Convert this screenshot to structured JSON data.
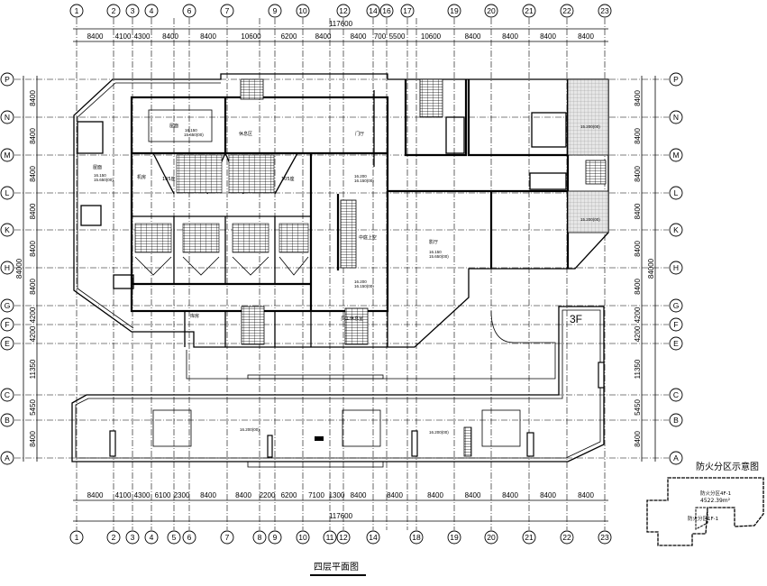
{
  "drawing_title": "四层平面图",
  "axes": {
    "top": [
      "1",
      "2",
      "3",
      "4",
      "6",
      "7",
      "9",
      "10",
      "12",
      "14",
      "16",
      "17",
      "19",
      "20",
      "21",
      "22",
      "23"
    ],
    "top_dims": [
      "8400",
      "4100",
      "4300",
      "8400",
      "8400",
      "10600",
      "6200",
      "8400",
      "8400",
      "700",
      "5500",
      "10600",
      "8400",
      "8400",
      "8400",
      "8400"
    ],
    "bottom": [
      "1",
      "2",
      "3",
      "4",
      "5",
      "6",
      "7",
      "8",
      "9",
      "10",
      "11",
      "12",
      "14",
      "18",
      "19",
      "20",
      "21",
      "22",
      "23"
    ],
    "bottom_dims": [
      "8400",
      "4100",
      "4300",
      "6100",
      "2300",
      "8400",
      "8400",
      "2200",
      "6200",
      "7100",
      "1300",
      "8400",
      "8400",
      "8400",
      "8400",
      "8400",
      "8400",
      "8400"
    ],
    "total_horizontal": "117600",
    "rows": [
      "P",
      "N",
      "M",
      "L",
      "K",
      "H",
      "G",
      "F",
      "E",
      "C",
      "B",
      "A"
    ],
    "row_dims": [
      "8400",
      "8400",
      "8400",
      "8400",
      "8400",
      "8400",
      "4200",
      "4200",
      "11350",
      "5450",
      "8400"
    ],
    "total_vertical": "84000"
  },
  "rooms": [
    "屋面",
    "休息区",
    "门厅",
    "屋面",
    "机房",
    "中庭上空",
    "员工休息室",
    "库房",
    "影厅",
    "105座",
    "105座"
  ],
  "levels": [
    "3F"
  ],
  "elevations": [
    "16.150",
    "15.650(00)",
    "16.150",
    "15.650(00)",
    "16.200",
    "16.150(00)",
    "16.200",
    "16.150(00)",
    "16.150",
    "15.650(00)",
    "15.200(00)",
    "15.200(00)",
    "16.200(00)",
    "16.200(00)"
  ],
  "key_plan": {
    "title": "防火分区示意图",
    "zone_main": "防火分区4F-1",
    "zone_main_area": "4522.39m²",
    "zone_sub": "防火分区1F-1"
  }
}
